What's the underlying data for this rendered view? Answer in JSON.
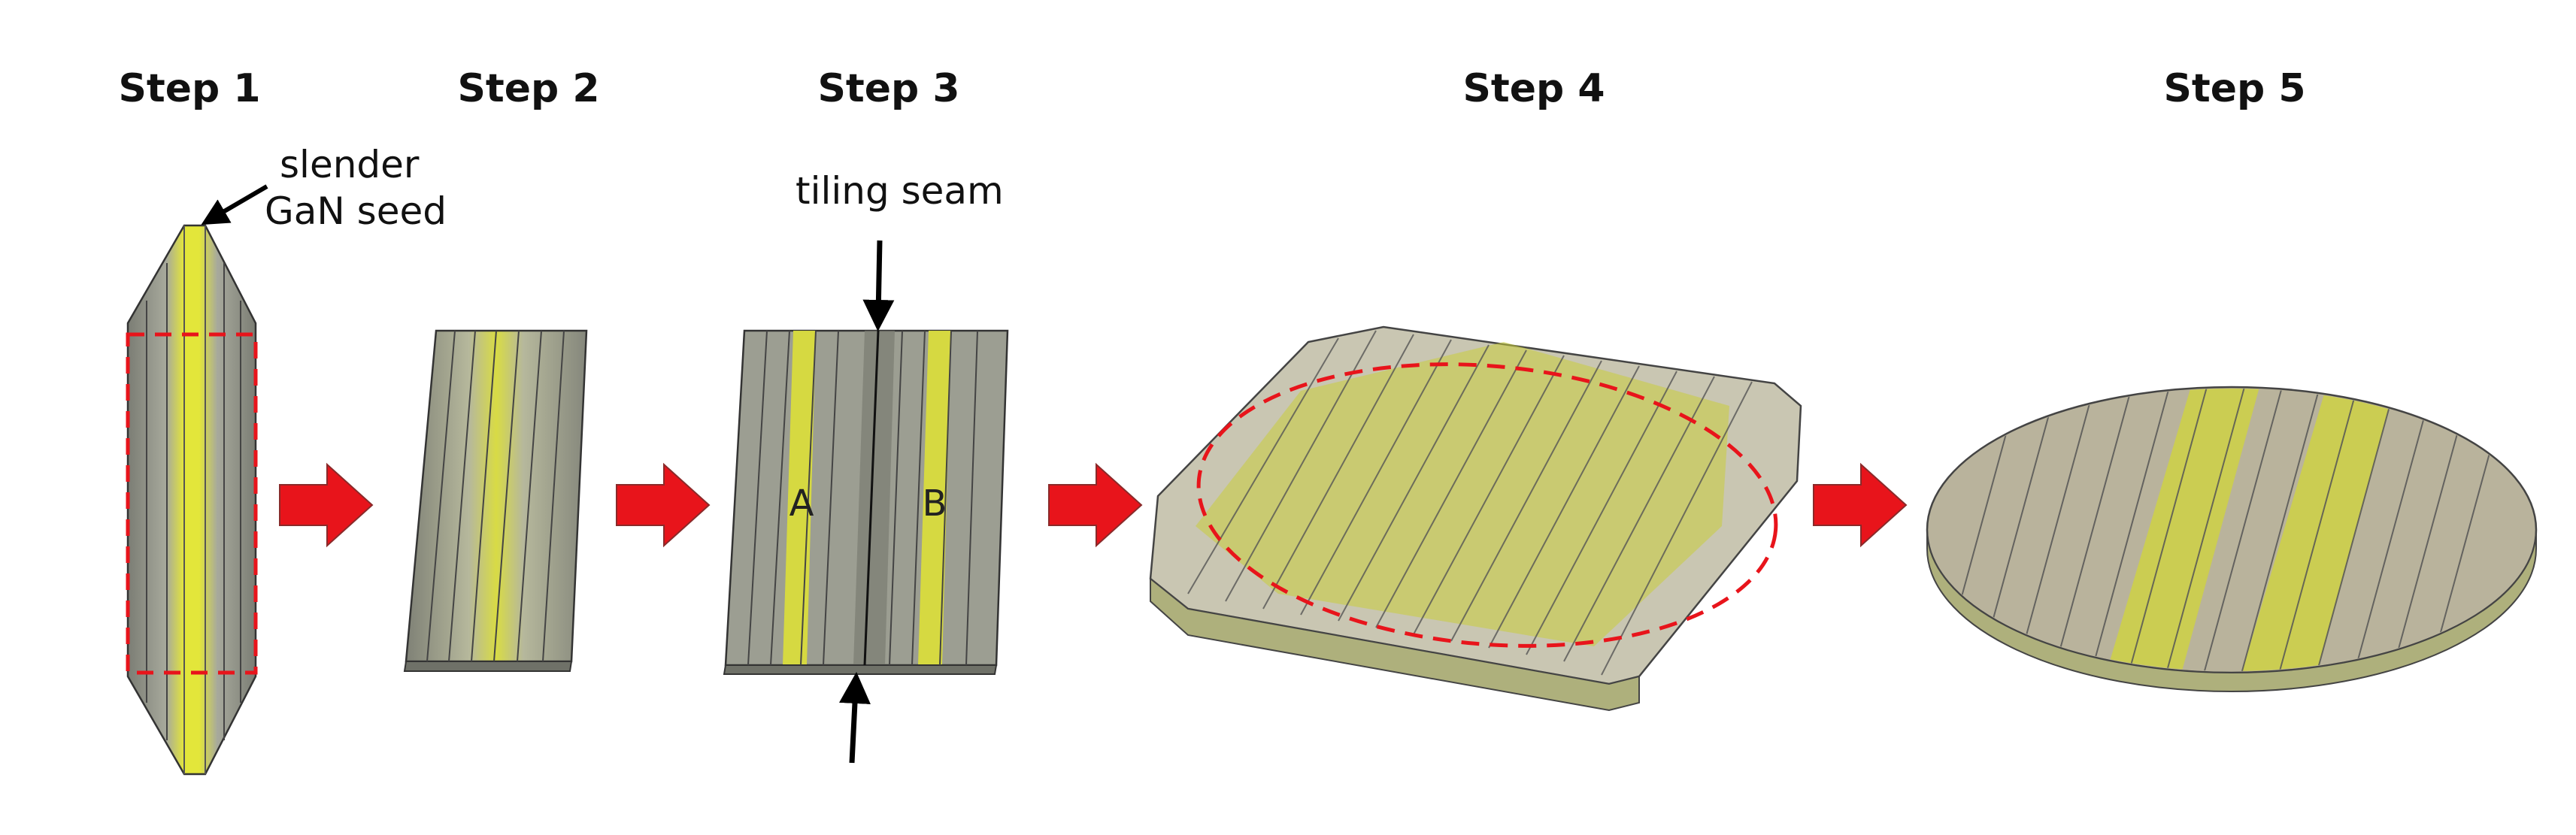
{
  "steps": [
    "Step 1",
    "Step 2",
    "Step 3",
    "Step 4",
    "Step 5"
  ],
  "annotations": {
    "seed_line1": "slender",
    "seed_line2": "GaN seed",
    "tiling_seam": "tiling seam",
    "tile_a": "A",
    "tile_b": "B"
  },
  "colors": {
    "seed_yellow": "#e6ea3a",
    "crystal_gray": "#8c8f84",
    "arrow_red": "#e8141b",
    "outline_red_dashed": "#e8141b"
  }
}
